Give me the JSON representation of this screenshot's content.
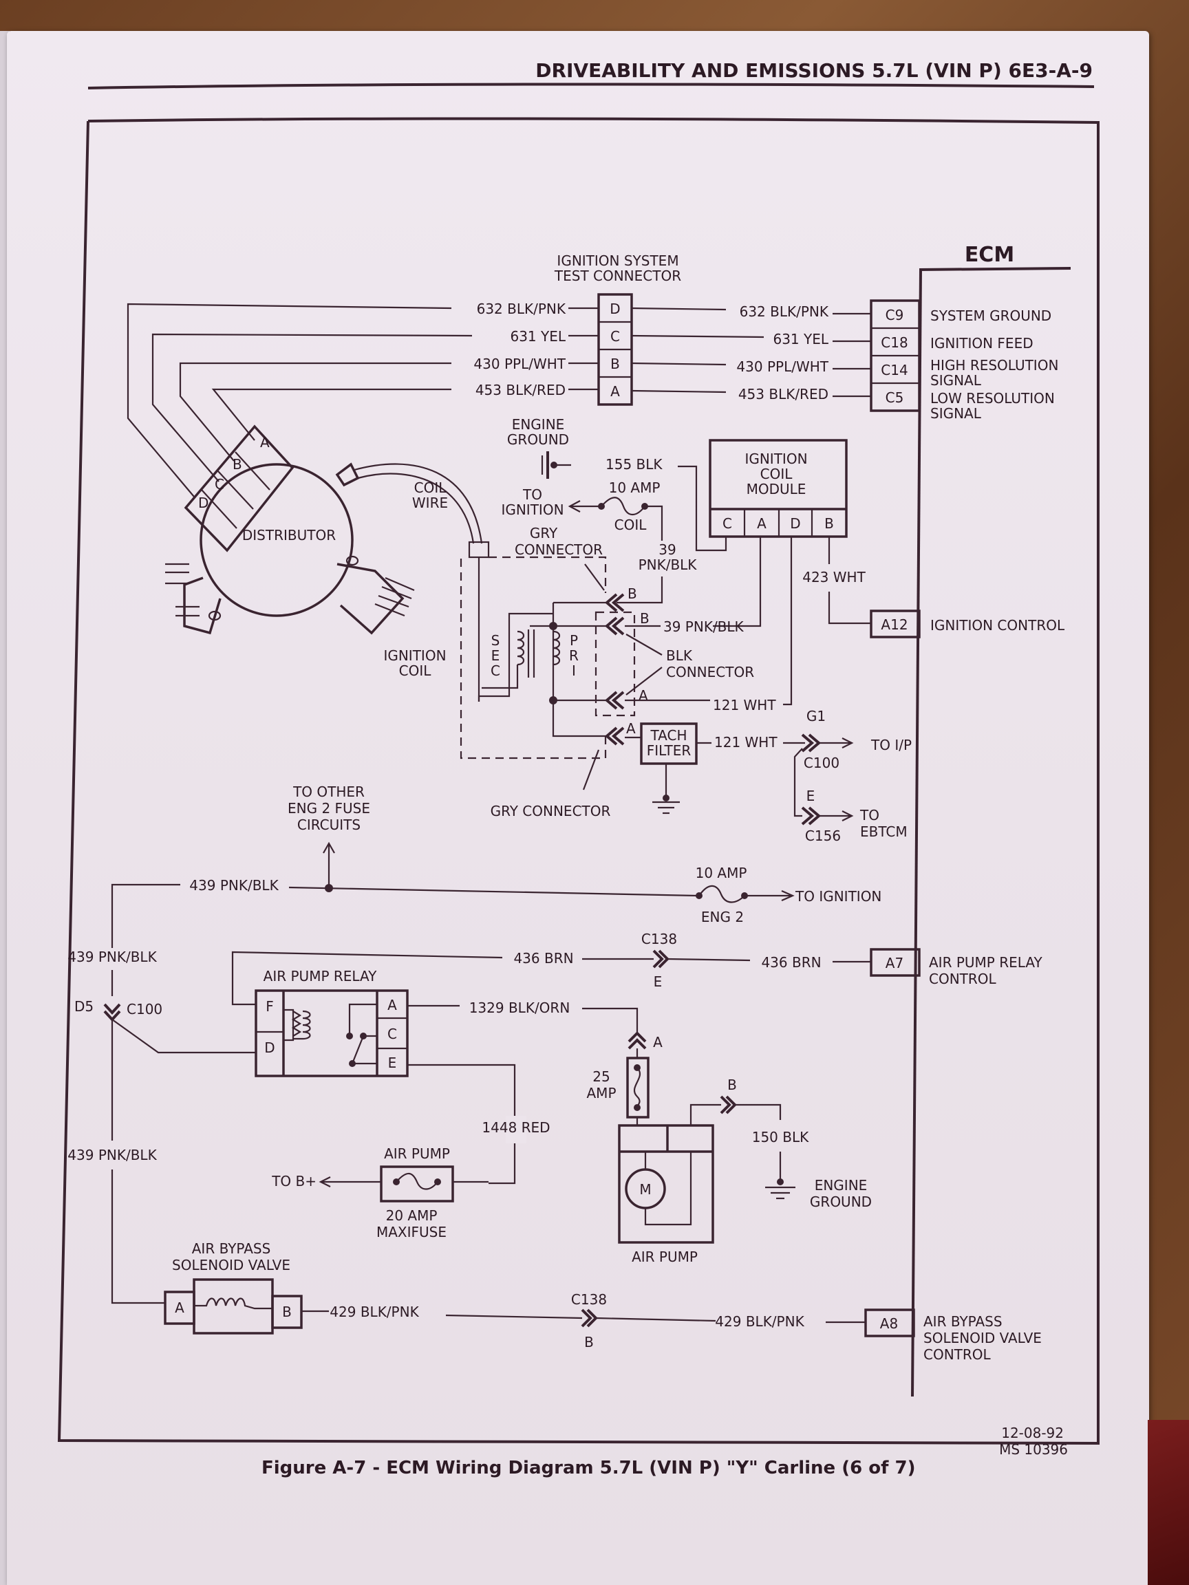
{
  "header": {
    "title": "DRIVEABILITY AND EMISSIONS 5.7L (VIN P) 6E3-A-9"
  },
  "ecm": {
    "title": "ECM",
    "pins": [
      {
        "pin": "C9",
        "label": [
          "SYSTEM GROUND"
        ],
        "wire": "632 BLK/PNK"
      },
      {
        "pin": "C18",
        "label": [
          "IGNITION FEED"
        ],
        "wire": "631 YEL"
      },
      {
        "pin": "C14",
        "label": [
          "HIGH RESOLUTION",
          "SIGNAL"
        ],
        "wire": "430 PPL/WHT"
      },
      {
        "pin": "C5",
        "label": [
          "LOW RESOLUTION",
          "SIGNAL"
        ],
        "wire": "453 BLK/RED"
      },
      {
        "pin": "A12",
        "label": [
          "IGNITION CONTROL"
        ],
        "wire": "423 WHT"
      },
      {
        "pin": "A7",
        "label": [
          "AIR PUMP RELAY",
          "CONTROL"
        ],
        "wire": "436 BRN"
      },
      {
        "pin": "A8",
        "label": [
          "AIR BYPASS",
          "SOLENOID VALVE",
          "CONTROL"
        ],
        "wire": "429 BLK/PNK"
      }
    ]
  },
  "test_connector": {
    "title": [
      "IGNITION SYSTEM",
      "TEST CONNECTOR"
    ],
    "pins": [
      "D",
      "C",
      "B",
      "A"
    ],
    "left_wires": [
      "632 BLK/PNK",
      "631 YEL",
      "430 PPL/WHT",
      "453 BLK/RED"
    ]
  },
  "distributor": {
    "label": "DISTRIBUTOR",
    "pins": [
      "A",
      "B",
      "C",
      "D"
    ],
    "coil_wire": [
      "COIL",
      "WIRE"
    ]
  },
  "ignition": {
    "engine_ground": [
      "ENGINE",
      "GROUND"
    ],
    "ground_wire": "155 BLK",
    "fuse_amp": "10 AMP",
    "fuse_name": "COIL",
    "to_ignition": [
      "TO",
      "IGNITION"
    ],
    "wire_39": [
      "39",
      "PNK/BLK"
    ],
    "gry_connector_top": [
      "GRY",
      "CONNECTOR"
    ],
    "module_title": [
      "IGNITION",
      "COIL",
      "MODULE"
    ],
    "module_pins": [
      "C",
      "A",
      "D",
      "B"
    ],
    "coil_label": [
      "IGNITION",
      "COIL"
    ],
    "sec": [
      "S",
      "E",
      "C"
    ],
    "pri": [
      "P",
      "R",
      "I"
    ],
    "blk_connector": [
      "BLK",
      "CONNECTOR"
    ],
    "wire_39b": "39 PNK/BLK",
    "wire_121a": "121 WHT",
    "wire_121b": "121 WHT",
    "tach_filter": [
      "TACH",
      "FILTER"
    ],
    "gry_connector_bottom": "GRY CONNECTOR",
    "pin_b": "B",
    "pin_a": "A",
    "g1": "G1",
    "c100": "C100",
    "to_ip": "TO I/P",
    "e": "E",
    "c156": "C156",
    "to_ebtcm": [
      "TO",
      "EBTCM"
    ]
  },
  "power": {
    "to_other": [
      "TO OTHER",
      "ENG 2 FUSE",
      "CIRCUITS"
    ],
    "wire_439": "439 PNK/BLK",
    "fuse_amp": "10 AMP",
    "fuse_name": "ENG 2",
    "to_ignition": "TO IGNITION"
  },
  "air_pump_relay": {
    "title": "AIR PUMP RELAY",
    "pins_left": [
      "F",
      "D"
    ],
    "pins_right": [
      "A",
      "C",
      "E"
    ],
    "wire_436": "436 BRN",
    "c138": "C138",
    "c138_pin": "E",
    "wire_1329": "1329 BLK/ORN",
    "wire_439_side": "439 PNK/BLK",
    "d5": "D5",
    "c100": "C100",
    "wire_1448": "1448 RED"
  },
  "air_pump": {
    "fuse_amp": [
      "25",
      "AMP"
    ],
    "pin_a": "A",
    "pin_b": "B",
    "wire_150": "150 BLK",
    "motor": "M",
    "label": "AIR PUMP",
    "engine_ground": [
      "ENGINE",
      "GROUND"
    ]
  },
  "maxifuse": {
    "title": "AIR PUMP",
    "to_b": "TO B+",
    "label": [
      "20 AMP",
      "MAXIFUSE"
    ]
  },
  "bypass": {
    "title": [
      "AIR BYPASS",
      "SOLENOID VALVE"
    ],
    "pins": [
      "A",
      "B"
    ],
    "wire_left": "439 PNK/BLK",
    "wire_429a": "429 BLK/PNK",
    "wire_429b": "429 BLK/PNK",
    "c138": "C138",
    "c138_pin": "B"
  },
  "footer": {
    "date": "12-08-92",
    "ms": "MS 10396",
    "caption": "Figure A-7 - ECM Wiring Diagram 5.7L (VIN P) \"Y\" Carline (6 of 7)"
  }
}
